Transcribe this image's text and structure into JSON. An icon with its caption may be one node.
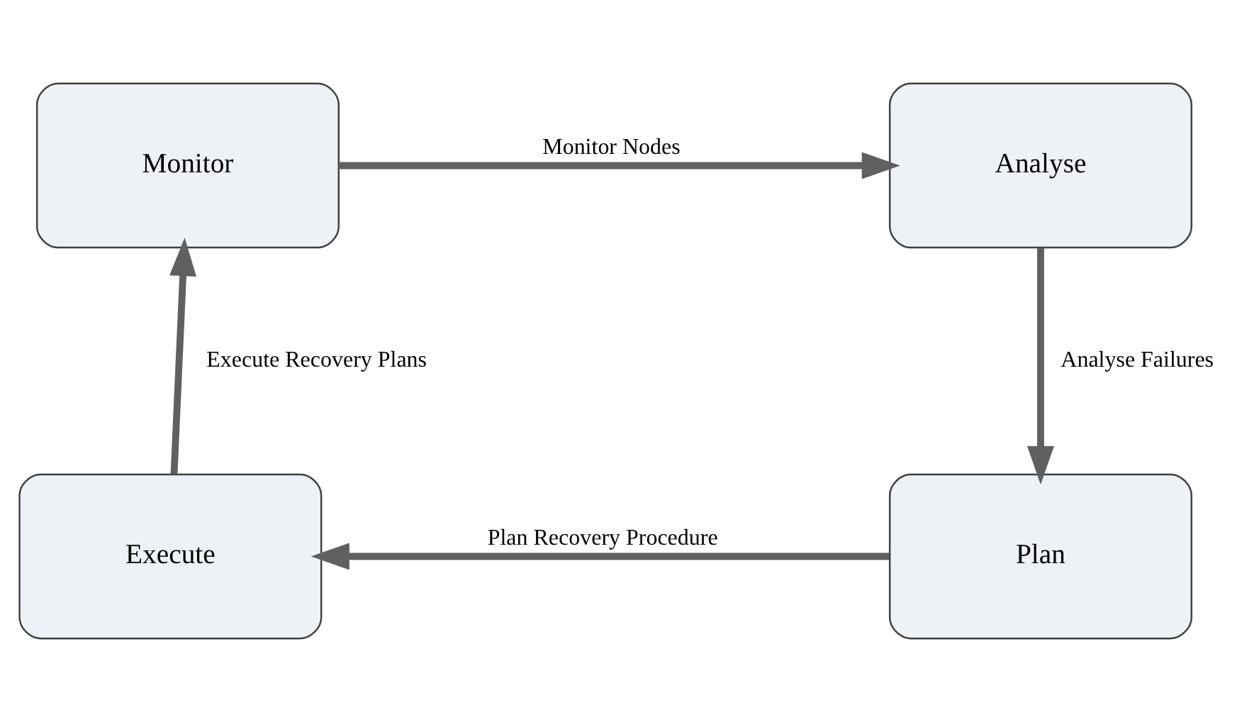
{
  "diagram": {
    "nodes": [
      {
        "text": [
          "Monitor"
        ]
      },
      {
        "text": [
          "Analyse"
        ]
      },
      {
        "text": [
          "Plan"
        ]
      },
      {
        "text": [
          "Execute"
        ]
      }
    ],
    "edges": [
      {
        "from": 0,
        "to": 1,
        "arrow": "to",
        "label": "Monitor Nodes"
      },
      {
        "from": 1,
        "to": 2,
        "arrow": "to",
        "label": "Analyse Failures"
      },
      {
        "from": 2,
        "to": 3,
        "arrow": "to",
        "label": "Plan Recovery Procedure"
      },
      {
        "from": 3,
        "to": 0,
        "arrow": "to",
        "label": "Execute Recovery Plans"
      }
    ]
  }
}
